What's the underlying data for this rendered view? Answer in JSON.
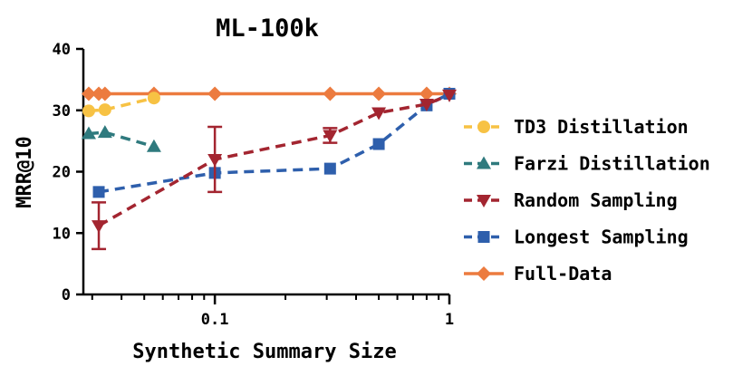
{
  "chart_data": {
    "type": "line",
    "title": "ML-100k",
    "xlabel": "Synthetic Summary Size",
    "ylabel": "MRR@10",
    "x_scale": "log",
    "xlim": [
      0.0275,
      1.0
    ],
    "ylim": [
      0,
      40
    ],
    "y_ticks": [
      0,
      10,
      20,
      30,
      40
    ],
    "x_ticks": [
      {
        "value": 0.1,
        "label": "0.1"
      },
      {
        "value": 1,
        "label": "1"
      }
    ],
    "legend_position": "right",
    "grid": false,
    "series": [
      {
        "name": "TD3 Distillation",
        "color": "#F7C244",
        "marker": "circle",
        "points": [
          {
            "x": 0.029,
            "y": 29.9
          },
          {
            "x": 0.034,
            "y": 30.1
          },
          {
            "x": 0.055,
            "y": 32.0
          }
        ]
      },
      {
        "name": "Farzi Distillation",
        "color": "#2F7A7E",
        "marker": "triangle-up",
        "points": [
          {
            "x": 0.029,
            "y": 26.2
          },
          {
            "x": 0.034,
            "y": 26.4
          },
          {
            "x": 0.055,
            "y": 24.1
          }
        ]
      },
      {
        "name": "Random Sampling",
        "color": "#A32530",
        "marker": "triangle-down",
        "points": [
          {
            "x": 0.032,
            "y": 11.2,
            "err": 3.8
          },
          {
            "x": 0.1,
            "y": 22.0,
            "err": 5.3
          },
          {
            "x": 0.31,
            "y": 25.9,
            "err": 1.2
          },
          {
            "x": 0.5,
            "y": 29.6
          },
          {
            "x": 0.8,
            "y": 31.0
          },
          {
            "x": 1.0,
            "y": 32.5
          }
        ]
      },
      {
        "name": "Longest Sampling",
        "color": "#2E5FAC",
        "marker": "square",
        "points": [
          {
            "x": 0.032,
            "y": 16.7
          },
          {
            "x": 0.1,
            "y": 19.8
          },
          {
            "x": 0.31,
            "y": 20.5
          },
          {
            "x": 0.5,
            "y": 24.5
          },
          {
            "x": 0.8,
            "y": 30.8
          },
          {
            "x": 1.0,
            "y": 32.7
          }
        ]
      },
      {
        "name": "Full-Data",
        "color": "#EC7B3F",
        "marker": "diamond",
        "points": [
          {
            "x": 0.029,
            "y": 32.7
          },
          {
            "x": 0.032,
            "y": 32.7
          },
          {
            "x": 0.034,
            "y": 32.7
          },
          {
            "x": 0.055,
            "y": 32.7
          },
          {
            "x": 0.1,
            "y": 32.7
          },
          {
            "x": 0.31,
            "y": 32.7
          },
          {
            "x": 0.5,
            "y": 32.7
          },
          {
            "x": 0.8,
            "y": 32.7
          },
          {
            "x": 1.0,
            "y": 32.7
          }
        ]
      }
    ]
  }
}
